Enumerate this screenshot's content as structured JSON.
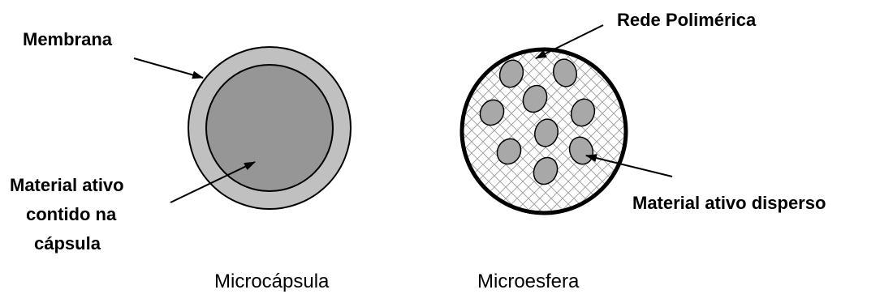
{
  "microcapsule": {
    "membrane_label": "Membrana",
    "core_label_lines": [
      "Material ativo",
      "contido na",
      "cápsula"
    ],
    "caption": "Microcápsula",
    "membrane_color": "#c0c0c0",
    "core_color": "#969696"
  },
  "microsphere": {
    "network_label": "Rede Polimérica",
    "dispersed_label": "Material ativo disperso",
    "caption": "Microesfera",
    "particle_color": "#a8a8a8",
    "mesh_color": "#9a9a9a"
  }
}
